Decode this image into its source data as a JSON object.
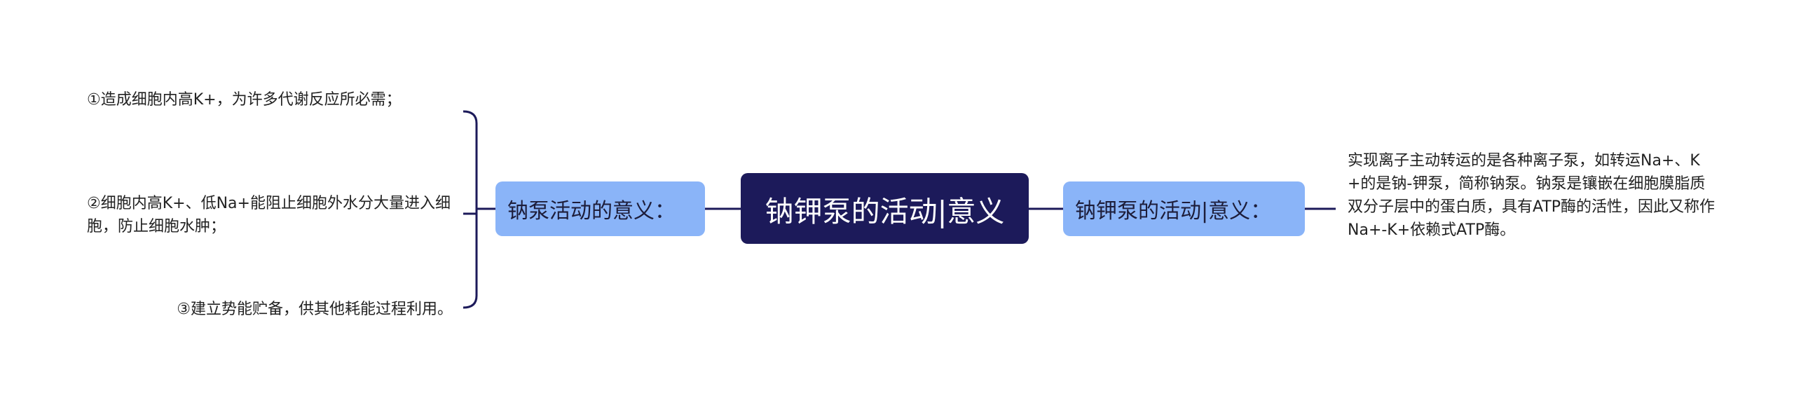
{
  "root": {
    "label": "钠钾泵的活动|意义"
  },
  "left_branch": {
    "label": "钠泵活动的意义：",
    "items": [
      "①造成细胞内高K+，为许多代谢反应所必需；",
      "②细胞内高K+、低Na+能阻止细胞外水分大量进入细胞，防止细胞水肿；",
      "③建立势能贮备，供其他耗能过程利用。"
    ]
  },
  "right_branch": {
    "label": "钠钾泵的活动|意义：",
    "detail": "实现离子主动转运的是各种离子泵，如转运Na+、K+的是钠-钾泵，简称钠泵。钠泵是镶嵌在细胞膜脂质双分子层中的蛋白质，具有ATP酶的活性，因此又称作Na+-K+依赖式ATP酶。"
  },
  "colors": {
    "root_fill": "#1c1a5a",
    "branch_fill": "#8ab4f8",
    "connector": "#1c1a5a"
  }
}
